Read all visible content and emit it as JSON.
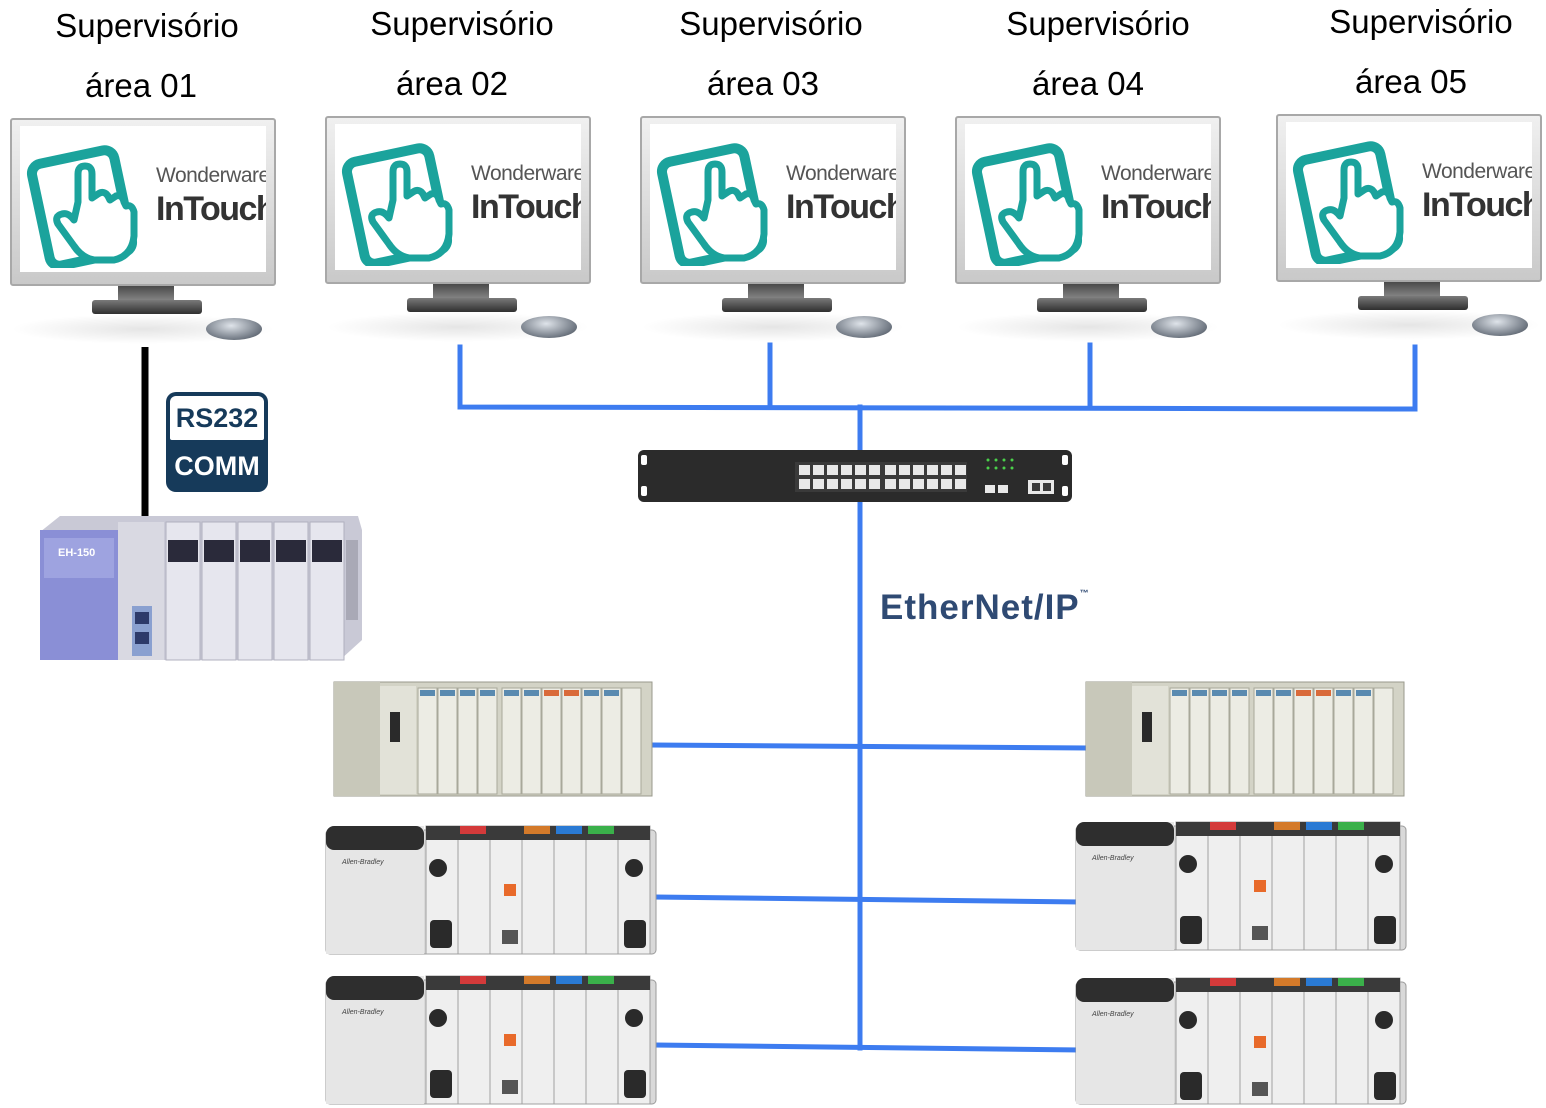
{
  "stations": [
    {
      "line1": "Supervisório",
      "line2": "área 01"
    },
    {
      "line1": "Supervisório",
      "line2": "área 02"
    },
    {
      "line1": "Supervisório",
      "line2": "área 03"
    },
    {
      "line1": "Supervisório",
      "line2": "área 04"
    },
    {
      "line1": "Supervisório",
      "line2": "área 05"
    }
  ],
  "screen": {
    "brand": "Wonderware",
    "product": "InTouch"
  },
  "serial_link": {
    "line1": "RS232",
    "line2": "COMM"
  },
  "network": {
    "label": "EtherNet/IP",
    "mark": "™"
  },
  "legacy_plc": {
    "model": "EH-150"
  },
  "rack_brand": "Allen-Bradley",
  "colors": {
    "ethernet": "#3d7cf0",
    "serial": "#000000",
    "accent_teal": "#1ba39c",
    "badge_navy": "#163a5a",
    "logo_navy": "#2f4a73"
  }
}
